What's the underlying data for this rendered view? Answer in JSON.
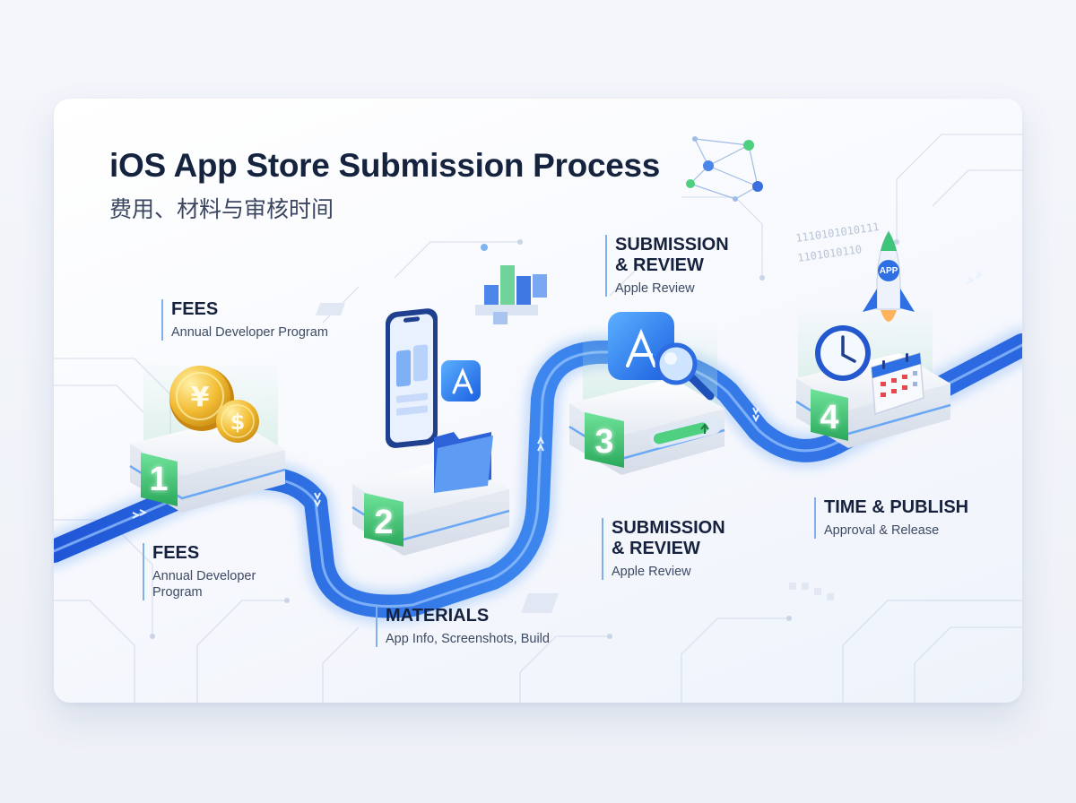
{
  "header": {
    "title": "iOS App Store Submission Process",
    "subtitle": "费用、材料与审核时间"
  },
  "steps": [
    {
      "number": "1",
      "title": "FEES",
      "description": "Annual Developer Program"
    },
    {
      "number": "1",
      "title": "FEES",
      "description": "Annual Developer\nProgram"
    },
    {
      "number": "2",
      "title": "MATERIALS",
      "description": "App Info, Screenshots, Build"
    },
    {
      "number": "3",
      "title": "SUBMISSION\n& REVIEW",
      "description": "Apple Review"
    },
    {
      "number": "3",
      "title": "SUBMISSION\n& REVIEW",
      "description": "Apple Review"
    },
    {
      "number": "4",
      "title": "TIME & PUBLISH",
      "description": "Approval & Release"
    }
  ],
  "decor": {
    "binary_line_1": "1110101010111",
    "binary_line_2": "1101010110",
    "rocket_label": "APP",
    "coin_symbol_yen": "¥",
    "coin_symbol_dollar": "$"
  },
  "colors": {
    "accent": "#2f6fe4",
    "accent_light": "#5aa0f5",
    "badge_green": "#3cc46a",
    "title": "#15233f"
  },
  "icons": [
    "yen-coin-icon",
    "dollar-coin-icon",
    "phone-icon",
    "app-store-icon",
    "folder-icon",
    "magnifier-icon",
    "progress-bar-icon",
    "rocket-icon",
    "clock-icon",
    "calendar-icon",
    "network-icon",
    "bar-chart-icon"
  ]
}
